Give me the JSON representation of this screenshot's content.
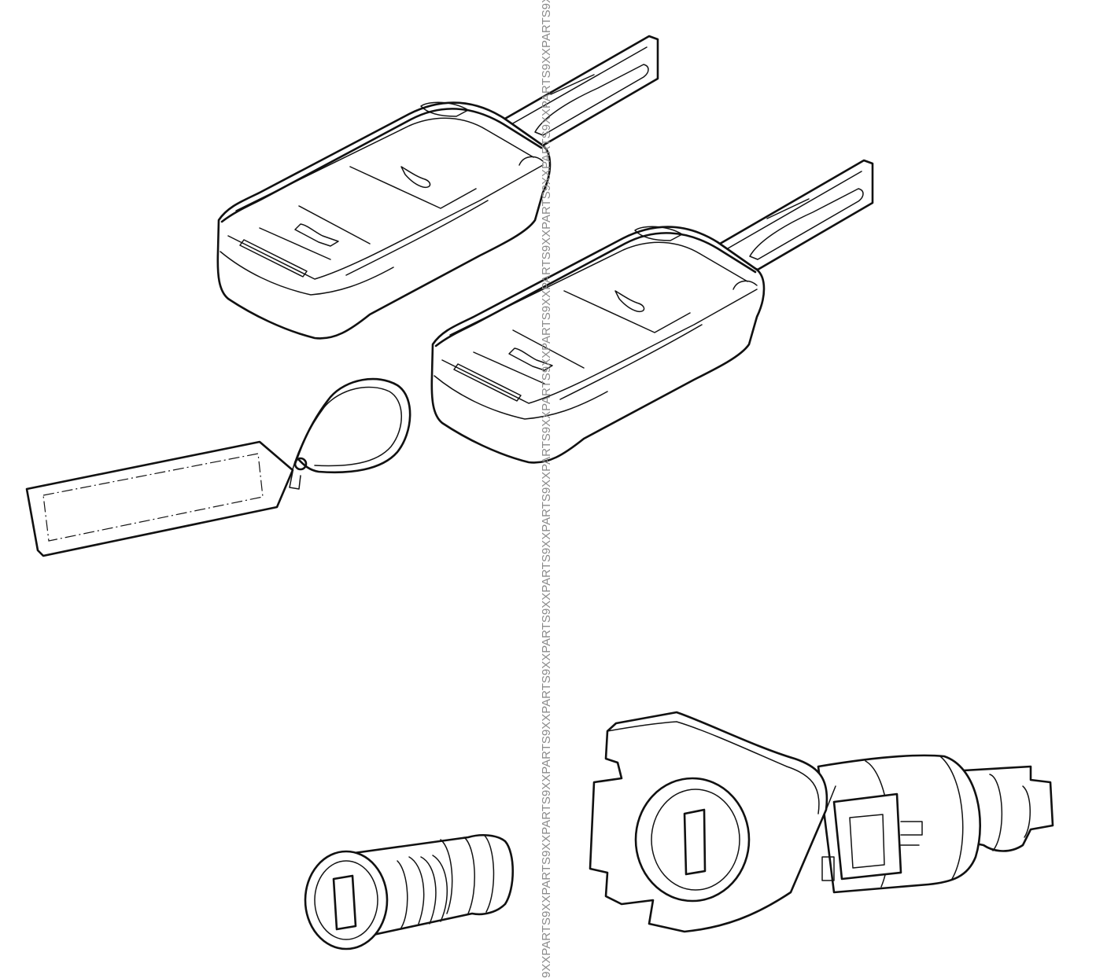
{
  "figure": {
    "type": "exploded parts diagram",
    "line_color": "#111111",
    "background": "#ffffff"
  },
  "watermark": {
    "text": "9XXPARTS",
    "color": "#8a8a8a"
  },
  "parts": [
    {
      "name": "remote key fob (upper)",
      "icon": "key-fob-icon"
    },
    {
      "name": "remote key fob (lower)",
      "icon": "key-fob-icon"
    },
    {
      "name": "key tag",
      "icon": "tag-icon"
    },
    {
      "name": "lock cylinder",
      "icon": "lock-cylinder-icon"
    },
    {
      "name": "ignition lock housing",
      "icon": "ignition-lock-icon"
    }
  ]
}
